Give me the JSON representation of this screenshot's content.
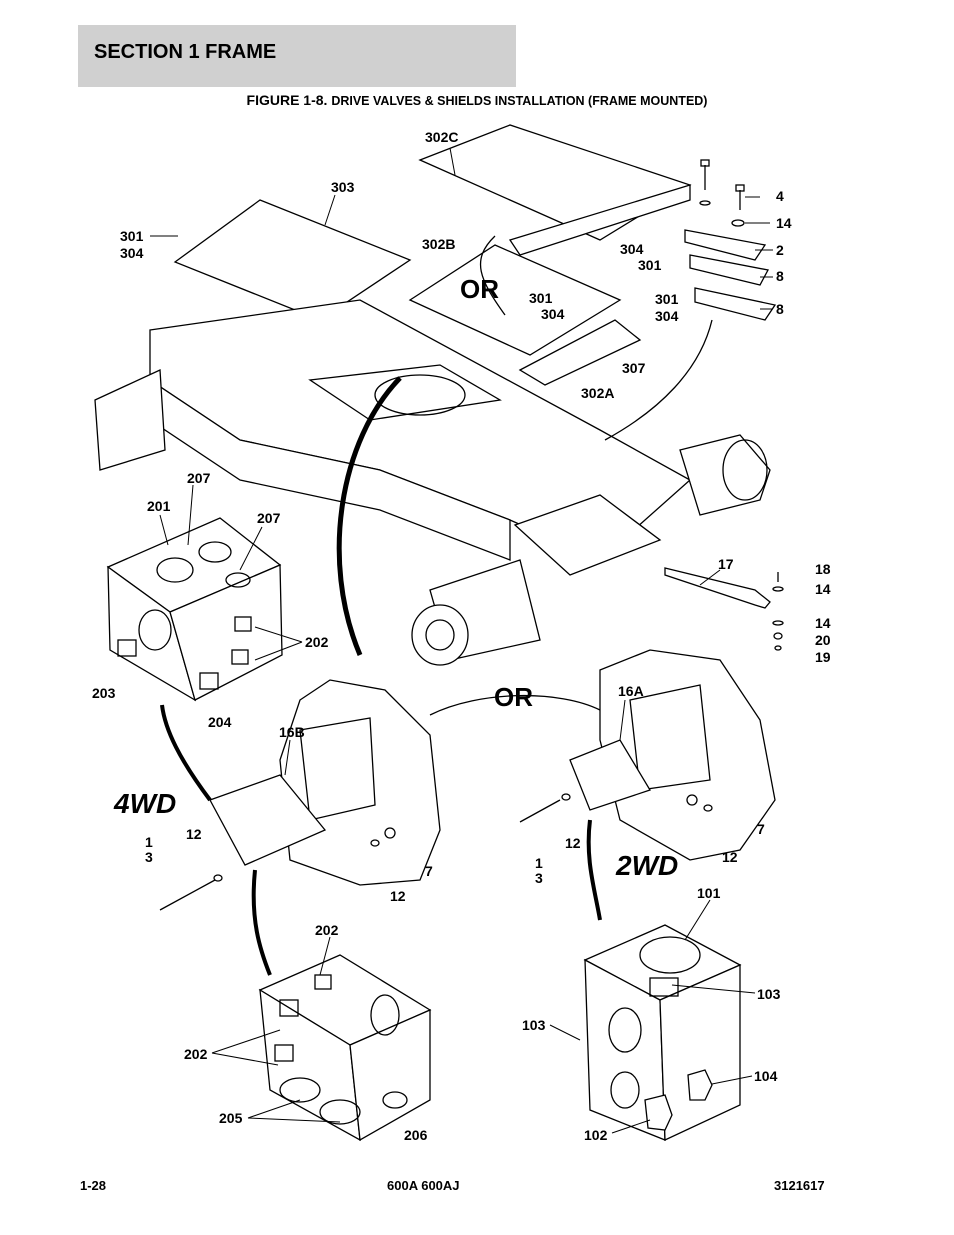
{
  "header": {
    "section": "SECTION 1  FRAME"
  },
  "figure": {
    "prefix": "FIGURE 1-8.",
    "title": "DRIVE VALVES & SHIELDS INSTALLATION (FRAME MOUNTED)"
  },
  "callouts": {
    "c302C": "302C",
    "c303": "303",
    "c301a": "301",
    "c304a": "304",
    "c302B": "302B",
    "c304b": "304",
    "c301b": "301",
    "c301c": "301",
    "c304c": "304",
    "c301d": "301",
    "c304d": "304",
    "c307": "307",
    "c302A": "302A",
    "or1": "OR",
    "c4": "4",
    "c14a": "14",
    "c2": "2",
    "c8a": "8",
    "c8b": "8",
    "c207a": "207",
    "c201": "201",
    "c207b": "207",
    "c202a": "202",
    "c203": "203",
    "c204": "204",
    "c17": "17",
    "c18": "18",
    "c14b": "14",
    "c14c": "14",
    "c20": "20",
    "c19": "19",
    "or2": "OR",
    "c16A": "16A",
    "c16B": "16B",
    "c13a": "1\n3",
    "c12a": "12",
    "c12b": "12",
    "c7a": "7",
    "c13b": "1\n3",
    "c12c": "12",
    "c12d": "12",
    "c7b": "7",
    "wd4": "4WD",
    "wd2": "2WD",
    "c101": "101",
    "c103a": "103",
    "c103b": "103",
    "c104": "104",
    "c102": "102",
    "c202b": "202",
    "c202c": "202",
    "c205": "205",
    "c206": "206"
  },
  "footer": {
    "page": "1-28",
    "model": "600A 600AJ",
    "doc": "3121617"
  }
}
